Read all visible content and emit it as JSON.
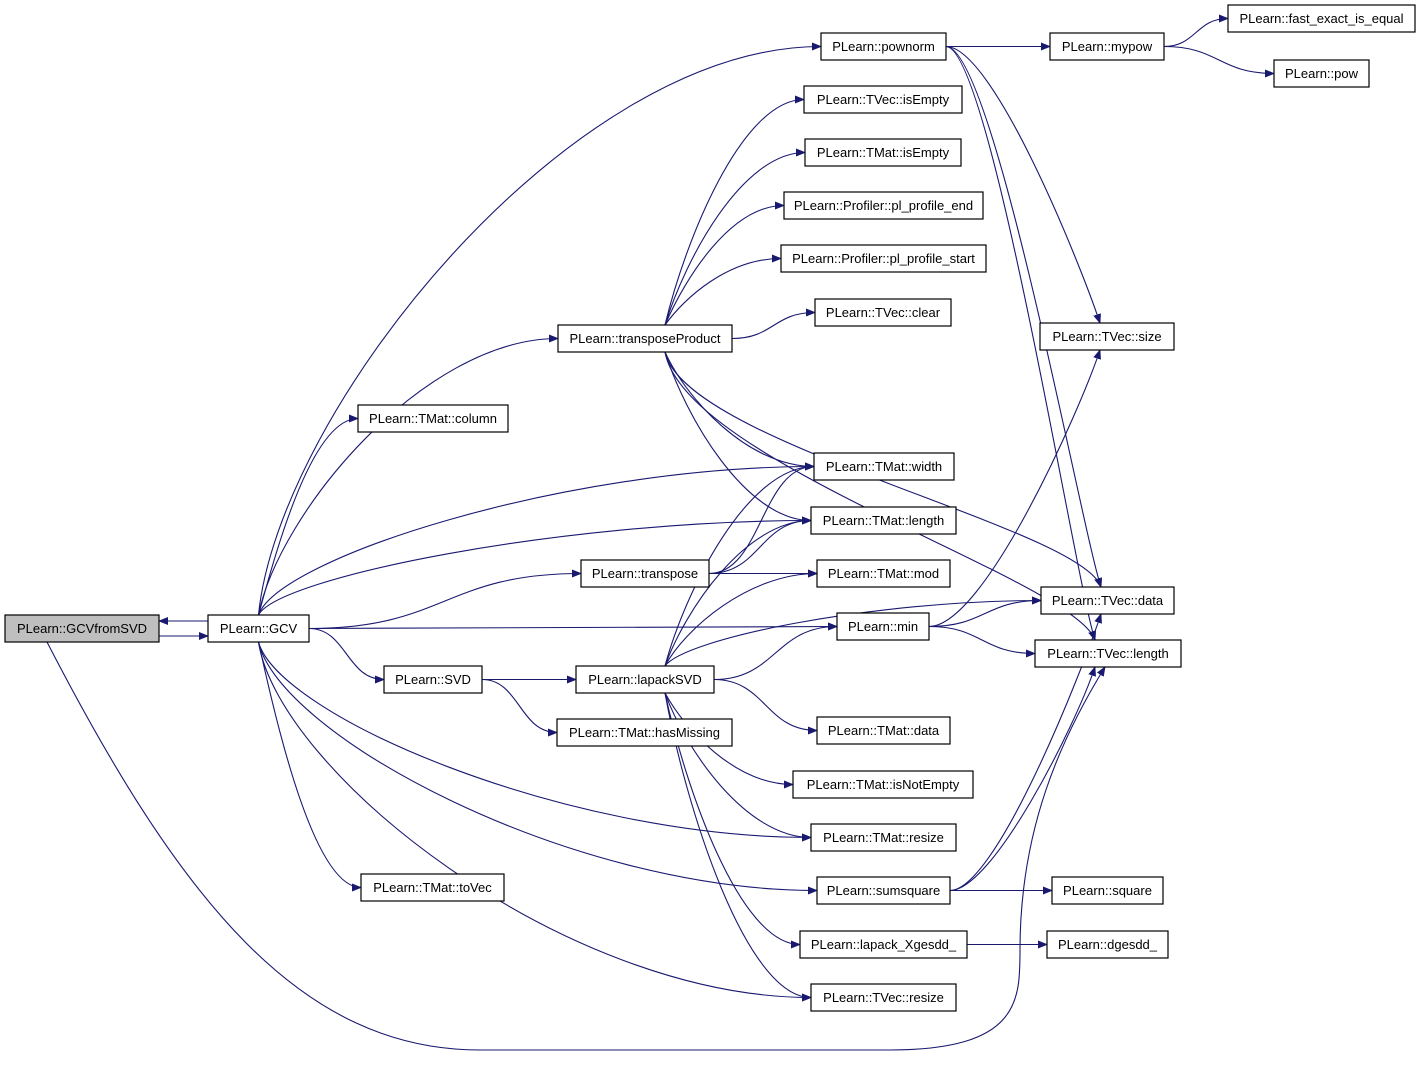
{
  "graph": {
    "colors": {
      "edge": "#191970",
      "root_fill": "#bfbfbf",
      "node_fill": "#ffffff",
      "node_stroke": "#000000"
    },
    "nodes": [
      {
        "id": "gcvfromsvd",
        "label": "PLearn::GCVfromSVD",
        "root": true
      },
      {
        "id": "gcv",
        "label": "PLearn::GCV"
      },
      {
        "id": "pownorm",
        "label": "PLearn::pownorm"
      },
      {
        "id": "mypow",
        "label": "PLearn::mypow"
      },
      {
        "id": "fast_exact",
        "label": "PLearn::fast_exact_is_equal"
      },
      {
        "id": "pow",
        "label": "PLearn::pow"
      },
      {
        "id": "tvec_isempty",
        "label": "PLearn::TVec::isEmpty"
      },
      {
        "id": "tmat_isempty",
        "label": "PLearn::TMat::isEmpty"
      },
      {
        "id": "prof_end",
        "label": "PLearn::Profiler::pl_profile_end"
      },
      {
        "id": "prof_start",
        "label": "PLearn::Profiler::pl_profile_start"
      },
      {
        "id": "tvec_clear",
        "label": "PLearn::TVec::clear"
      },
      {
        "id": "tvec_size",
        "label": "PLearn::TVec::size"
      },
      {
        "id": "transposeproduct",
        "label": "PLearn::transposeProduct"
      },
      {
        "id": "tmat_column",
        "label": "PLearn::TMat::column"
      },
      {
        "id": "tmat_width",
        "label": "PLearn::TMat::width"
      },
      {
        "id": "tmat_length",
        "label": "PLearn::TMat::length"
      },
      {
        "id": "transpose",
        "label": "PLearn::transpose"
      },
      {
        "id": "tmat_mod",
        "label": "PLearn::TMat::mod"
      },
      {
        "id": "tvec_data",
        "label": "PLearn::TVec::data"
      },
      {
        "id": "min",
        "label": "PLearn::min"
      },
      {
        "id": "tvec_length",
        "label": "PLearn::TVec::length"
      },
      {
        "id": "svd",
        "label": "PLearn::SVD"
      },
      {
        "id": "lapacksvd",
        "label": "PLearn::lapackSVD"
      },
      {
        "id": "tmat_hasmissing",
        "label": "PLearn::TMat::hasMissing"
      },
      {
        "id": "tmat_data",
        "label": "PLearn::TMat::data"
      },
      {
        "id": "tmat_isnotempty",
        "label": "PLearn::TMat::isNotEmpty"
      },
      {
        "id": "tmat_resize",
        "label": "PLearn::TMat::resize"
      },
      {
        "id": "tmat_tovec",
        "label": "PLearn::TMat::toVec"
      },
      {
        "id": "sumsquare",
        "label": "PLearn::sumsquare"
      },
      {
        "id": "square",
        "label": "PLearn::square"
      },
      {
        "id": "lapack_xgesdd",
        "label": "PLearn::lapack_Xgesdd_"
      },
      {
        "id": "dgesdd",
        "label": "PLearn::dgesdd_"
      },
      {
        "id": "tvec_resize",
        "label": "PLearn::TVec::resize"
      }
    ],
    "edges": [
      {
        "from": "gcvfromsvd",
        "to": "gcv"
      },
      {
        "from": "gcv",
        "to": "gcvfromsvd"
      },
      {
        "from": "gcvfromsvd",
        "to": "tvec_length"
      },
      {
        "from": "gcv",
        "to": "pownorm"
      },
      {
        "from": "gcv",
        "to": "transposeproduct"
      },
      {
        "from": "gcv",
        "to": "tmat_column"
      },
      {
        "from": "gcv",
        "to": "tmat_width"
      },
      {
        "from": "gcv",
        "to": "tmat_length"
      },
      {
        "from": "gcv",
        "to": "transpose"
      },
      {
        "from": "gcv",
        "to": "min"
      },
      {
        "from": "gcv",
        "to": "svd"
      },
      {
        "from": "gcv",
        "to": "tmat_resize"
      },
      {
        "from": "gcv",
        "to": "sumsquare"
      },
      {
        "from": "gcv",
        "to": "tmat_tovec"
      },
      {
        "from": "gcv",
        "to": "tvec_resize"
      },
      {
        "from": "pownorm",
        "to": "mypow"
      },
      {
        "from": "pownorm",
        "to": "tvec_size"
      },
      {
        "from": "pownorm",
        "to": "tvec_data"
      },
      {
        "from": "pownorm",
        "to": "tvec_length"
      },
      {
        "from": "mypow",
        "to": "fast_exact"
      },
      {
        "from": "mypow",
        "to": "pow"
      },
      {
        "from": "transposeproduct",
        "to": "tvec_isempty"
      },
      {
        "from": "transposeproduct",
        "to": "tmat_isempty"
      },
      {
        "from": "transposeproduct",
        "to": "prof_end"
      },
      {
        "from": "transposeproduct",
        "to": "prof_start"
      },
      {
        "from": "transposeproduct",
        "to": "tvec_clear"
      },
      {
        "from": "transposeproduct",
        "to": "tmat_width"
      },
      {
        "from": "transposeproduct",
        "to": "tmat_length"
      },
      {
        "from": "transposeproduct",
        "to": "tvec_data"
      },
      {
        "from": "transposeproduct",
        "to": "tvec_length"
      },
      {
        "from": "transpose",
        "to": "tmat_width"
      },
      {
        "from": "transpose",
        "to": "tmat_length"
      },
      {
        "from": "transpose",
        "to": "tmat_mod"
      },
      {
        "from": "min",
        "to": "tvec_size"
      },
      {
        "from": "min",
        "to": "tvec_data"
      },
      {
        "from": "min",
        "to": "tvec_length"
      },
      {
        "from": "svd",
        "to": "lapacksvd"
      },
      {
        "from": "svd",
        "to": "tmat_hasmissing"
      },
      {
        "from": "lapacksvd",
        "to": "tmat_width"
      },
      {
        "from": "lapacksvd",
        "to": "tmat_length"
      },
      {
        "from": "lapacksvd",
        "to": "tmat_mod"
      },
      {
        "from": "lapacksvd",
        "to": "min"
      },
      {
        "from": "lapacksvd",
        "to": "tvec_data"
      },
      {
        "from": "lapacksvd",
        "to": "tmat_data"
      },
      {
        "from": "lapacksvd",
        "to": "tmat_isnotempty"
      },
      {
        "from": "lapacksvd",
        "to": "tmat_resize"
      },
      {
        "from": "lapacksvd",
        "to": "lapack_xgesdd"
      },
      {
        "from": "lapacksvd",
        "to": "tvec_resize"
      },
      {
        "from": "sumsquare",
        "to": "square"
      },
      {
        "from": "sumsquare",
        "to": "tvec_data"
      },
      {
        "from": "sumsquare",
        "to": "tvec_length"
      },
      {
        "from": "lapack_xgesdd",
        "to": "dgesdd"
      }
    ]
  }
}
